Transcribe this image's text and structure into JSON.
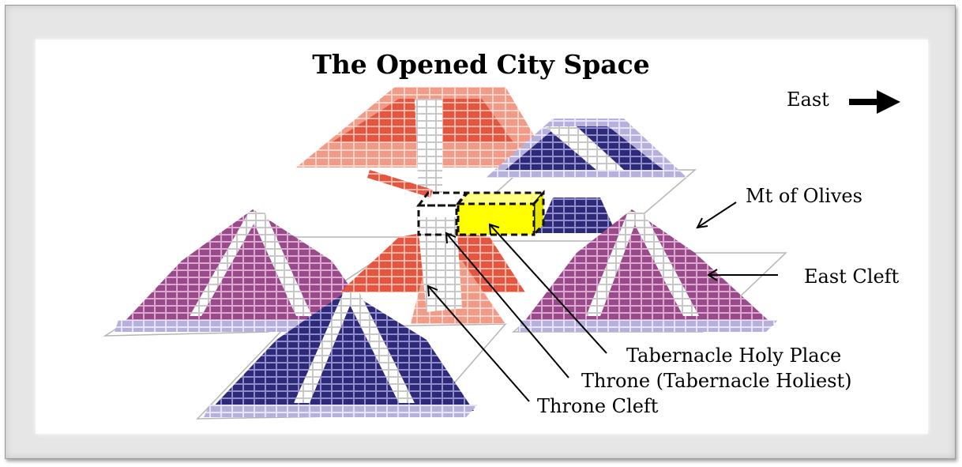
{
  "title": "The Opened City Space",
  "compass": {
    "label": "East",
    "icon": "right-arrow-icon"
  },
  "labels": {
    "mt_of_olives": "Mt of Olives",
    "east_cleft": "East Cleft",
    "holy_place": "Tabernacle Holy Place",
    "throne": "Throne (Tabernacle Holiest)",
    "throne_cleft": "Throne Cleft"
  },
  "colors": {
    "north_mountain": "#e8553f",
    "east_and_south_mountains": "#2e2a7a",
    "west_mountains": "#9a4a8a",
    "holy_place_highlight": "#ffff00",
    "cleft": "#ffffff"
  }
}
